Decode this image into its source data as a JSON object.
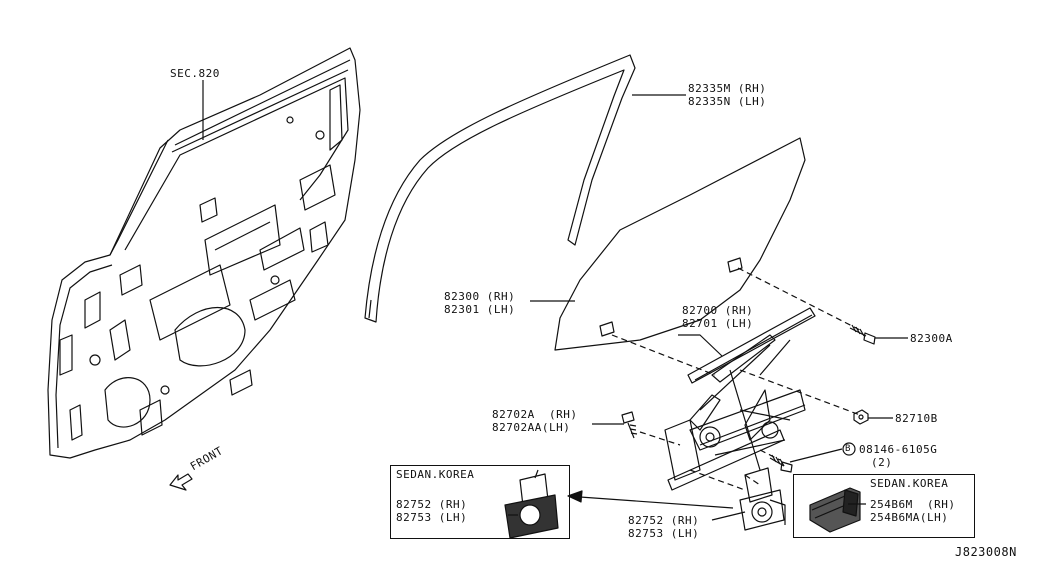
{
  "labels": {
    "sec": "SEC.820",
    "sash_rh": "82335M (RH)",
    "sash_lh": "82335N (LH)",
    "glass_rh": "82300 (RH)",
    "glass_lh": "82301 (LH)",
    "reg_rh": "82700 (RH)",
    "reg_lh": "82701 (LH)",
    "bolt": "82300A",
    "nut": "82710B",
    "screw_rh": "82702A  (RH)",
    "screw_lh": "82702AA(LH)",
    "bolt2": "08146-6105G",
    "bolt2_qty": "(2)",
    "motor_rh": "82752 (RH)",
    "motor_lh": "82753 (LH)",
    "box_left_title": "SEDAN.KOREA",
    "box_left_rh": "82752 (RH)",
    "box_left_lh": "82753 (LH)",
    "box_right_title": "SEDAN.KOREA",
    "box_right_rh": "254B6M  (RH)",
    "box_right_lh": "254B6MA(LH)",
    "front": "FRONT",
    "bolt_circle": "B",
    "diagram_id": "J823008N"
  }
}
